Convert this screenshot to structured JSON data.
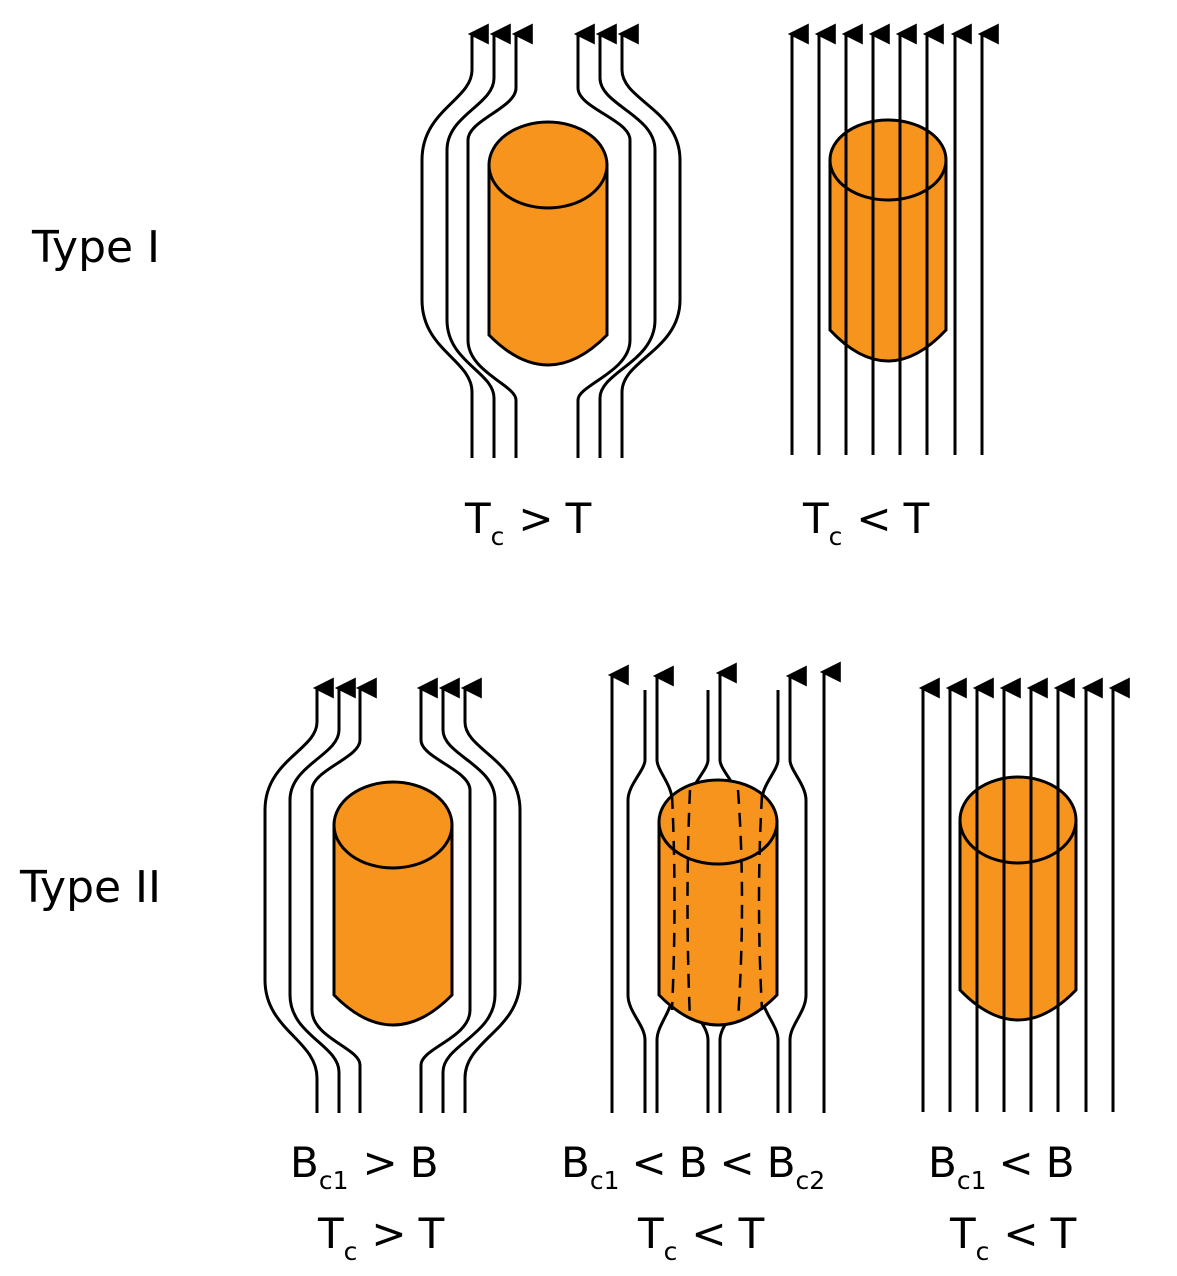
{
  "rows": {
    "type1": "Type I",
    "type2": "Type II"
  },
  "captions": {
    "t1_left": {
      "T": "T",
      "c": "c",
      "rel": ">",
      "T2": "T"
    },
    "t1_right": {
      "T": "T",
      "c": "c",
      "rel": "<",
      "T2": "T"
    },
    "t2_left": {
      "B": "B",
      "c1": "c1",
      "relB": ">",
      "B2": "B",
      "T": "T",
      "c": "c",
      "relT": ">",
      "T2": "T"
    },
    "t2_mid": {
      "B": "B",
      "c1": "c1",
      "rel1": "<",
      "Bmid": "B",
      "rel2": "<",
      "B3": "B",
      "c2": "c2",
      "T": "T",
      "c": "c",
      "relT": "<",
      "T2": "T"
    },
    "t2_right": {
      "B": "B",
      "c1": "c1",
      "relB": "<",
      "B2": "B",
      "T": "T",
      "c": "c",
      "relT": "<",
      "T2": "T"
    }
  },
  "colors": {
    "superconductor": "#F7941D",
    "line": "#000000"
  }
}
